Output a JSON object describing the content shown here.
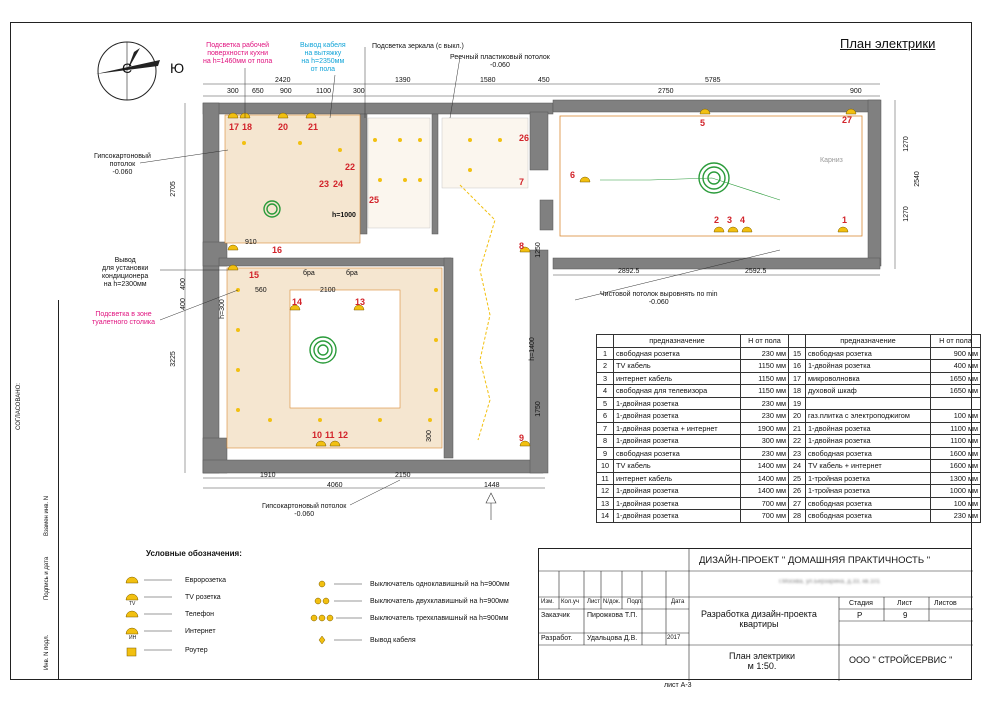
{
  "title": "План электрики",
  "compass": {
    "left": "С",
    "right": "Ю"
  },
  "callouts": {
    "kitchen_light": [
      "Подсветка рабочей",
      "поверхности кухни",
      "на h=1460мм от пола"
    ],
    "hood_cable": [
      "Вывод кабеля",
      "на вытяжку",
      "на h=2350мм",
      "от пола"
    ],
    "mirror_light": "Подсветка зеркала (с выкл.)",
    "rack_ceiling": [
      "Реечный пластиковый потолок",
      "-0.060"
    ],
    "drywall_ceiling_top": [
      "Гипсокартоновый",
      "потолок",
      "-0.060"
    ],
    "ac_outlet": [
      "Вывод",
      "для установки",
      "кондиционера",
      "на h=2300мм"
    ],
    "vanity_light": [
      "Подсветка в зоне",
      "туалетного столика"
    ],
    "stretch_ceiling": [
      "Чистовой потолок выровнять по min",
      "-0.060"
    ],
    "drywall_ceiling_bottom": [
      "Гипсокартоновый потолок",
      "-0.060"
    ],
    "cornice": "Карниз",
    "bra": "бра",
    "h1000": "h=1000",
    "h1400": "h=1400",
    "h300": "h=300"
  },
  "dimensions": {
    "top_row1": [
      "300",
      "650",
      "2420",
      "1390",
      "1580",
      "450",
      "5785"
    ],
    "top_row2": [
      "900",
      "1100",
      "300",
      "2750",
      "900"
    ],
    "left": [
      "2705",
      "3225",
      "400",
      "400"
    ],
    "right": [
      "1270",
      "2540",
      "1270"
    ],
    "bottom": [
      "1910",
      "4060",
      "2150",
      "1448"
    ],
    "mid": [
      "910",
      "2100",
      "560",
      "2892.5",
      "2592.5",
      "1750",
      "1250",
      "300"
    ]
  },
  "point_numbers": [
    "17",
    "18",
    "20",
    "21",
    "22",
    "23",
    "24",
    "25",
    "26",
    "7",
    "5",
    "27",
    "6",
    "2",
    "3",
    "4",
    "1",
    "8",
    "15",
    "14",
    "13",
    "16",
    "10",
    "11",
    "12",
    "9"
  ],
  "table": {
    "headers": {
      "n": "",
      "purpose": "предназначение",
      "height": "Н от пола"
    },
    "left": [
      [
        "1",
        "свободная розетка",
        "230 мм"
      ],
      [
        "2",
        "TV кабель",
        "1150 мм"
      ],
      [
        "3",
        "интернет кабель",
        "1150 мм"
      ],
      [
        "4",
        "свободная для телевизора",
        "1150 мм"
      ],
      [
        "5",
        "1-двойная розетка",
        "230 мм"
      ],
      [
        "6",
        "1-двойная розетка",
        "230 мм"
      ],
      [
        "7",
        "1-двойная розетка + интернет",
        "1900 мм"
      ],
      [
        "8",
        "1-двойная розетка",
        "300 мм"
      ],
      [
        "9",
        "свободная розетка",
        "230 мм"
      ],
      [
        "10",
        "TV кабель",
        "1400 мм"
      ],
      [
        "11",
        "интернет кабель",
        "1400 мм"
      ],
      [
        "12",
        "1-двойная розетка",
        "1400 мм"
      ],
      [
        "13",
        "1-двойная розетка",
        "700 мм"
      ],
      [
        "14",
        "1-двойная розетка",
        "700 мм"
      ]
    ],
    "right": [
      [
        "15",
        "свободная розетка",
        "900 мм"
      ],
      [
        "16",
        "1-двойная розетка",
        "400 мм"
      ],
      [
        "17",
        "микроволновка",
        "1650 мм"
      ],
      [
        "18",
        "духовой шкаф",
        "1650 мм"
      ],
      [
        "19",
        "",
        ""
      ],
      [
        "20",
        "газ.плитка с электроподжигом",
        "100 мм"
      ],
      [
        "21",
        "1-двойная розетка",
        "1100 мм"
      ],
      [
        "22",
        "1-двойная розетка",
        "1100 мм"
      ],
      [
        "23",
        "свободная розетка",
        "1600 мм"
      ],
      [
        "24",
        "TV кабель + интернет",
        "1600 мм"
      ],
      [
        "25",
        "1-тройная розетка",
        "1300 мм"
      ],
      [
        "26",
        "1-тройная розетка",
        "1000 мм"
      ],
      [
        "27",
        "свободная розетка",
        "100 мм"
      ],
      [
        "28",
        "свободная розетка",
        "230 мм"
      ]
    ]
  },
  "legend": {
    "title": "Условные обозначения:",
    "items": [
      "Евророзетка",
      "TV розетка",
      "Телефон",
      "Интернет",
      "Роутер"
    ],
    "switches": [
      "Выключатель одноклавишный на h=900мм",
      "Выключатель двухклавишный на h=900мм",
      "Выключатель трехклавишный на h=900мм",
      "Вывод кабеля"
    ],
    "tv_tag": "TV",
    "in_tag": "ИН"
  },
  "side_strip": [
    "СОГЛАСОВАНО:",
    "Взамен инв. N",
    "Подпись и дата",
    "Инв. N подл."
  ],
  "stamp": {
    "project": "ДИЗАЙН-ПРОЕКТ \" ДОМАШНЯЯ ПРАКТИЧНОСТЬ \"",
    "address": "г.Москва, ул.Берзарина, д.33, кв.101",
    "cols": [
      "Изм.",
      "Кол.уч",
      "Лист",
      "N/док.",
      "Подп.",
      "Дата"
    ],
    "customer_label": "Заказчик",
    "customer_name": "Пирожкова Т.П.",
    "author_label": "Разработ.",
    "author_name": "Удальцова Д.В.",
    "year": "2017",
    "work": [
      "Разработка дизайн-проекта",
      "квартиры"
    ],
    "stage_label": "Стадия",
    "sheet_label": "Лист",
    "sheets_label": "Листов",
    "stage": "Р",
    "sheet": "9",
    "plan": [
      "План электрики",
      "м 1:50."
    ],
    "company": "ООО \" СТРОЙСЕРВИС \""
  },
  "footer": "лист А-3",
  "colors": {
    "wall": "#808080",
    "socket": "#f2c010",
    "number": "#d2232a",
    "ceiling": "#f5e6d0",
    "light": "#2a9b3a"
  }
}
